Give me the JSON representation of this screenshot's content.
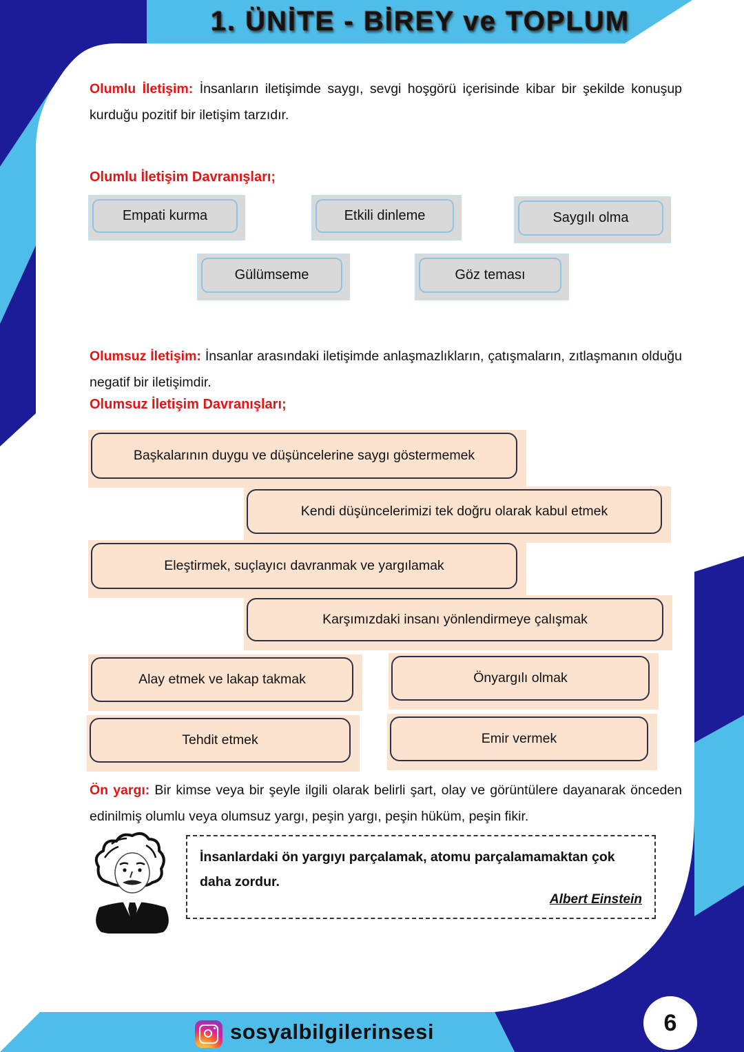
{
  "header": {
    "title": "1. ÜNİTE - BİREY ve TOPLUM"
  },
  "positive": {
    "label": "Olumlu İletişim:",
    "text": "İnsanların iletişimde saygı, sevgi hoşgörü içerisinde kibar bir şekilde konuşup kurduğu pozitif bir iletişim tarzıdır.",
    "behaviors_heading": "Olumlu İletişim Davranışları;",
    "behaviors": [
      "Empati kurma",
      "Etkili dinleme",
      "Saygılı olma",
      "Gülümseme",
      "Göz teması"
    ]
  },
  "negative": {
    "label": "Olumsuz İletişim:",
    "text": "İnsanlar arasındaki iletişimde anlaşmazlıkların, çatışmaların, zıtlaşmanın olduğu negatif bir iletişimdir.",
    "behaviors_heading": "Olumsuz İletişim Davranışları;",
    "behaviors": [
      "Başkalarının duygu ve düşüncelerine saygı göstermemek",
      "Kendi düşüncelerimizi tek doğru olarak kabul etmek",
      "Eleştirmek, suçlayıcı davranmak ve yargılamak",
      "Karşımızdaki insanı yönlendirmeye çalışmak",
      "Alay etmek ve lakap takmak",
      "Önyargılı olmak",
      "Tehdit etmek",
      "Emir vermek"
    ]
  },
  "prejudice": {
    "label": "Ön yargı:",
    "text": "Bir kimse veya bir şeyle ilgili olarak belirli şart, olay ve görüntülere dayanarak önceden edinilmiş olumlu veya olumsuz yargı, peşin yargı, peşin hüküm, peşin fikir."
  },
  "quote": {
    "text": "İnsanlardaki ön yargıyı parçalamak, atomu parçalamamaktan çok daha zordur.",
    "author": "Albert Einstein"
  },
  "footer": {
    "handle": "sosyalbilgilerinsesi",
    "icon": "instagram-icon"
  },
  "page_number": "6",
  "colors": {
    "navy": "#1c1c99",
    "sky": "#4fbde9",
    "red": "#e51313",
    "peach": "#fbe3cf",
    "gray": "#d9d9d9"
  }
}
